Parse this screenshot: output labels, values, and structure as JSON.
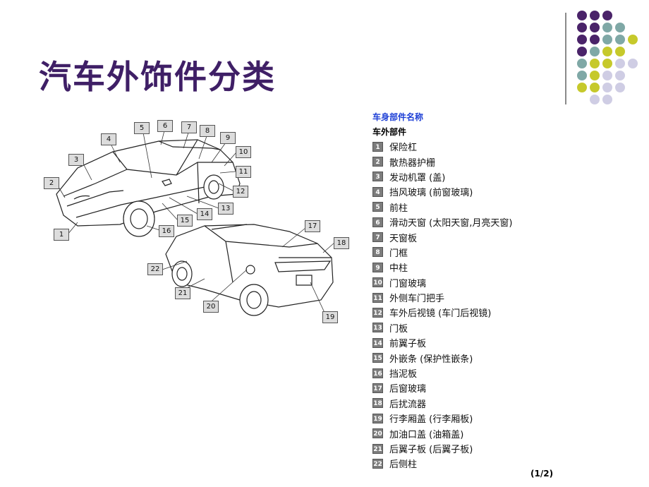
{
  "title": "汽车外饰件分类",
  "legend": {
    "heading": "车身部件名称",
    "subheading": "车外部件",
    "items": [
      {
        "n": "1",
        "label": "保险杠"
      },
      {
        "n": "2",
        "label": "散热器护栅"
      },
      {
        "n": "3",
        "label": "发动机罩 (盖)"
      },
      {
        "n": "4",
        "label": "挡风玻璃 (前窗玻璃)"
      },
      {
        "n": "5",
        "label": "前柱"
      },
      {
        "n": "6",
        "label": "滑动天窗 (太阳天窗,月亮天窗)"
      },
      {
        "n": "7",
        "label": "天窗板"
      },
      {
        "n": "8",
        "label": "门框"
      },
      {
        "n": "9",
        "label": "中柱"
      },
      {
        "n": "10",
        "label": "门窗玻璃"
      },
      {
        "n": "11",
        "label": "外侧车门把手"
      },
      {
        "n": "12",
        "label": "车外后视镜 (车门后视镜)"
      },
      {
        "n": "13",
        "label": "门板"
      },
      {
        "n": "14",
        "label": "前翼子板"
      },
      {
        "n": "15",
        "label": "外嵌条 (保护性嵌条)"
      },
      {
        "n": "16",
        "label": "挡泥板"
      },
      {
        "n": "17",
        "label": "后窗玻璃"
      },
      {
        "n": "18",
        "label": "后扰流器"
      },
      {
        "n": "19",
        "label": "行李厢盖 (行李厢板)"
      },
      {
        "n": "20",
        "label": "加油口盖 (油箱盖)"
      },
      {
        "n": "21",
        "label": "后翼子板 (后翼子板)"
      },
      {
        "n": "22",
        "label": "后侧柱"
      }
    ]
  },
  "diagram_badges": [
    "1",
    "2",
    "3",
    "4",
    "5",
    "6",
    "7",
    "8",
    "9",
    "10",
    "11",
    "12",
    "13",
    "14",
    "15",
    "16",
    "17",
    "18",
    "19",
    "20",
    "21",
    "22"
  ],
  "page": "(1/2)",
  "colors": {
    "title": "#3f1f66",
    "heading": "#1d3fd6",
    "dot_purple": "#4a2369",
    "dot_teal": "#7fa8a6",
    "dot_olive": "#c6c92b",
    "dot_lilac": "#cfcde4"
  }
}
